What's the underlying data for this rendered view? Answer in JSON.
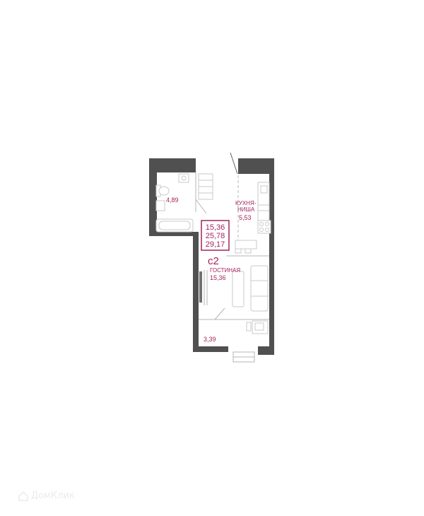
{
  "plan": {
    "type_label": "с2",
    "areas": {
      "living": "15,36",
      "total": "25,78",
      "total_with_balcony": "29,17"
    },
    "rooms": {
      "bathroom": {
        "area": "4,89"
      },
      "kitchen": {
        "name_line1": "КУХНЯ-",
        "name_line2": "НИША",
        "area": "5,53"
      },
      "living_room": {
        "name": "ГОСТИНАЯ",
        "area": "15,36"
      },
      "balcony": {
        "area": "3,39"
      }
    },
    "colors": {
      "wall": "#505050",
      "accent": "#a3245b",
      "line": "#b5b5b5",
      "furniture": "#c9c9c9"
    }
  },
  "watermark": {
    "text": "ДомКлик"
  }
}
